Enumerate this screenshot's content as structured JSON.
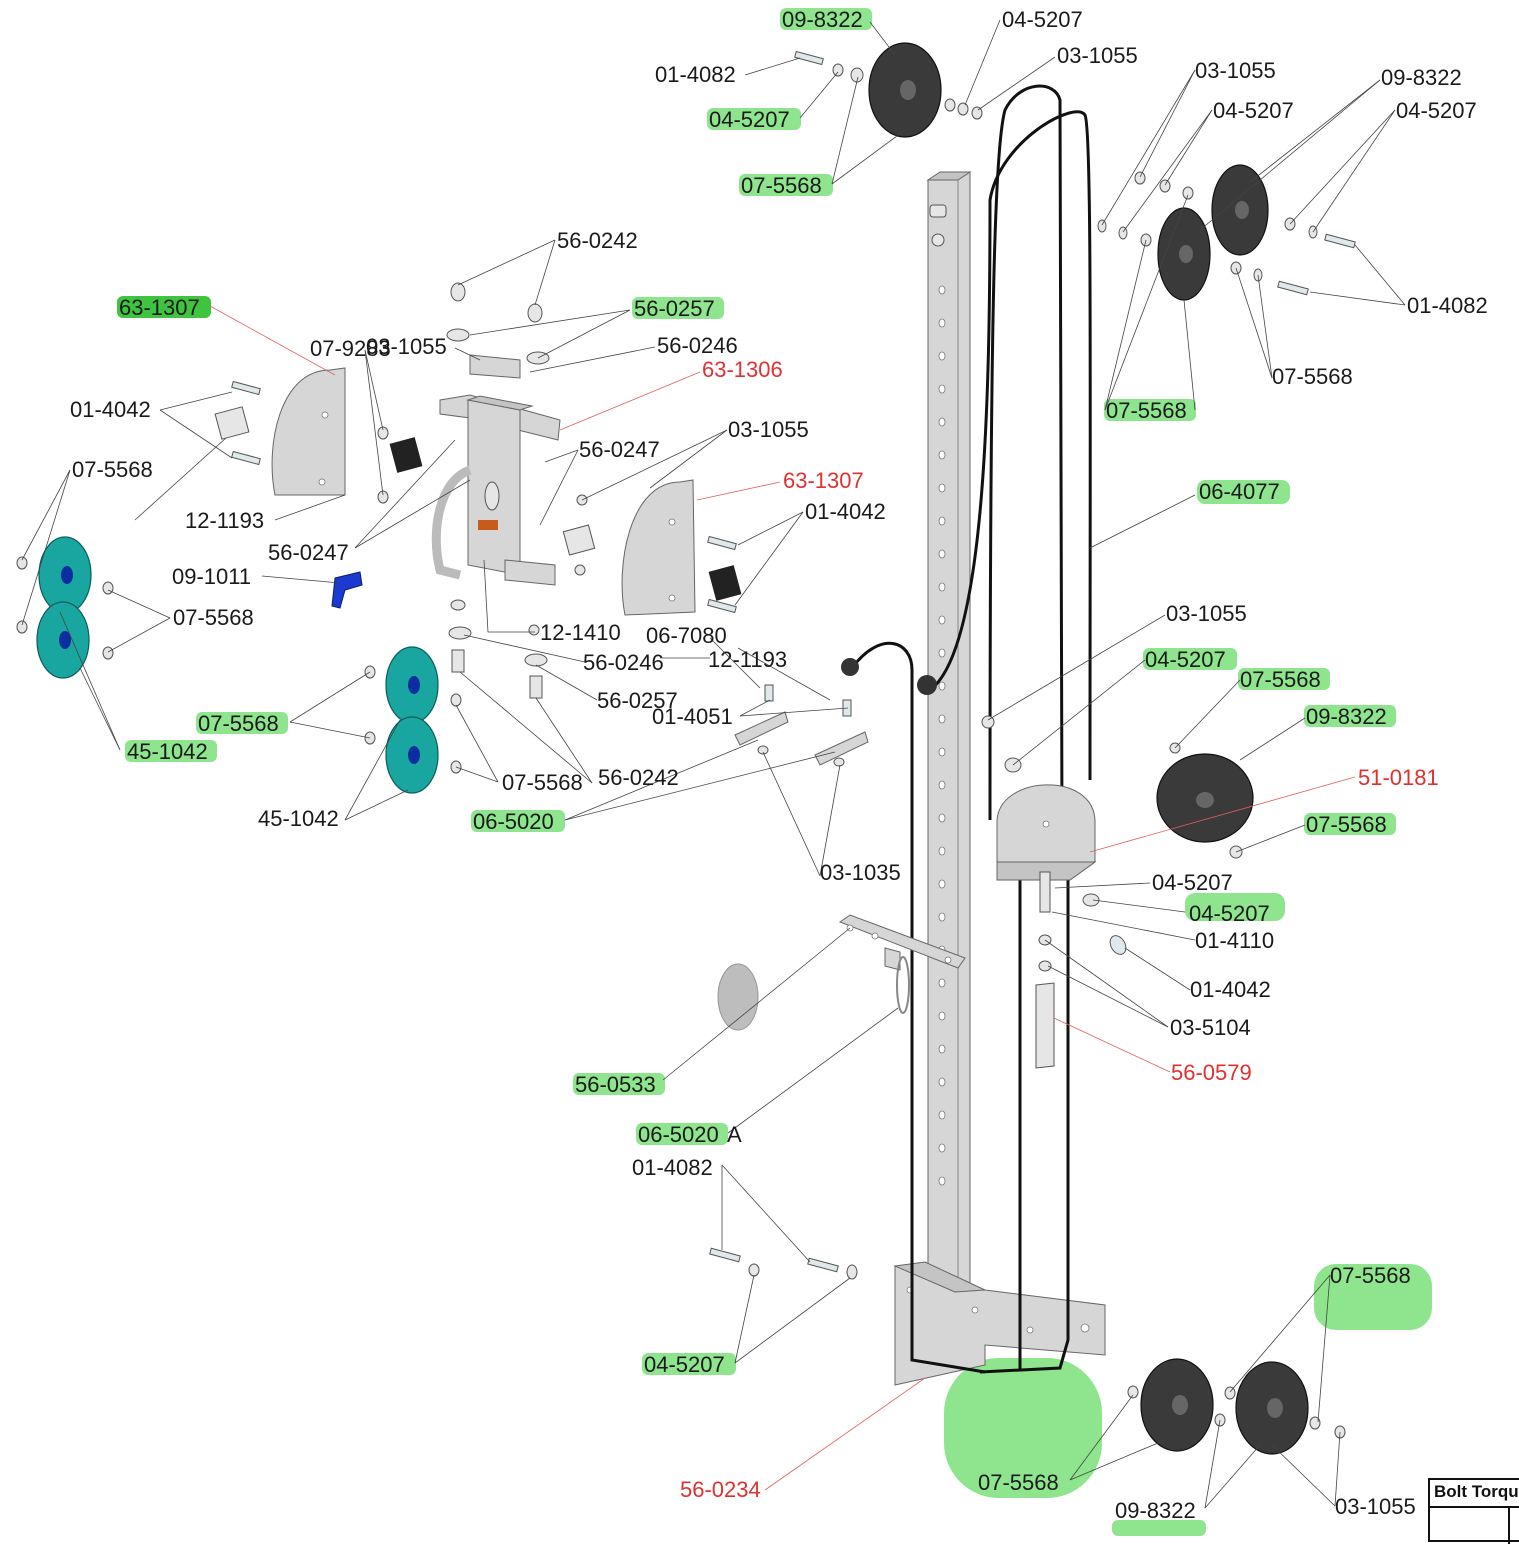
{
  "labels": {
    "p09_8322_a": "09-8322",
    "p04_5207_a": "04-5207",
    "p01_4082_a": "01-4082",
    "p03_1055_a": "03-1055",
    "p04_5207_b": "04-5207",
    "p07_5568_a": "07-5568",
    "p03_1055_b": "03-1055",
    "p09_8322_b": "09-8322",
    "p04_5207_c": "04-5207",
    "p04_5207_d": "04-5207",
    "p01_4082_b": "01-4082",
    "p07_5568_b": "07-5568",
    "p07_5568_c": "07-5568",
    "p56_0242_a": "56-0242",
    "p63_1307_a": "63-1307",
    "p56_0257_a": "56-0257",
    "p07_9283": "07-9283",
    "p03_1055_c": "03-1055",
    "p56_0246_a": "56-0246",
    "p63_1306": "63-1306",
    "p01_4042_a": "01-4042",
    "p03_1055_d": "03-1055",
    "p56_0247_a": "56-0247",
    "p07_5568_d": "07-5568",
    "p63_1307_b": "63-1307",
    "p06_4077": "06-4077",
    "p01_4042_b": "01-4042",
    "p12_1193_a": "12-1193",
    "p56_0247_b": "56-0247",
    "p09_1011": "09-1011",
    "p07_5568_e": "07-5568",
    "p12_1410": "12-1410",
    "p06_7080": "06-7080",
    "p56_0246_b": "56-0246",
    "p12_1193_b": "12-1193",
    "p03_1055_e": "03-1055",
    "p04_5207_e": "04-5207",
    "p07_5568_f": "07-5568",
    "p09_8322_c": "09-8322",
    "p07_5568_g": "07-5568",
    "p45_1042_a": "45-1042",
    "p56_0257_b": "56-0257",
    "p01_4051": "01-4051",
    "p51_0181": "51-0181",
    "p07_5568_h": "07-5568",
    "p07_5568_i": "07-5568",
    "p56_0242_b": "56-0242",
    "p45_1042_b": "45-1042",
    "p06_5020": "06-5020",
    "p03_1035": "03-1035",
    "p04_5207_f": "04-5207",
    "p04_5207_g": "04-5207",
    "p01_4110": "01-4110",
    "p01_4042_c": "01-4042",
    "p03_5104": "03-5104",
    "p56_0579": "56-0579",
    "p56_0533": "56-0533",
    "p06_5020a": "06-5020",
    "p06_5020a_suffix": "A",
    "p01_4082_c": "01-4082",
    "p04_5207_h": "04-5207",
    "p07_5568_j": "07-5568",
    "p56_0234": "56-0234",
    "p07_5568_k": "07-5568",
    "p09_8322_d": "09-8322",
    "p03_1055_f": "03-1055"
  },
  "torque_table": {
    "title": "Bolt Torqu"
  },
  "colors": {
    "highlight": "#8ee58e",
    "highlight_dark": "#3ec43e",
    "red_label": "#e03030",
    "teal_pulley": "#1aa6a0",
    "dark_pulley": "#3a3a3a"
  }
}
